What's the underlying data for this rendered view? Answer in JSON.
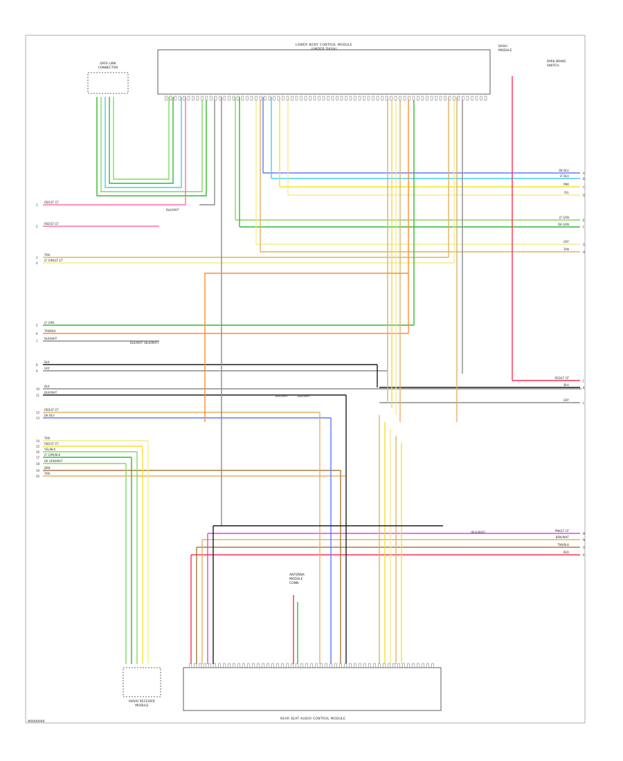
{
  "components": {
    "top_module": {
      "line1": "LOWER BODY CONTROL MODULE",
      "line2": "(UNDER DASH)"
    },
    "top_left_module": {
      "line1": "DATA LINK",
      "line2": "CONNECTOR"
    },
    "top_right_module": {
      "line1": "DASH",
      "line2": "MODULE"
    },
    "top_right_switch": {
      "line1": "PARK BRAKE",
      "line2": "SWITCH"
    },
    "bottom_module": {
      "line1": "REAR SEAT AUDIO CONTROL MODULE"
    },
    "bottom_left_module": {
      "line1": "RADIO RECEIVER",
      "line2": "MODULE"
    },
    "bottom_mid_note": {
      "line1": "ANTENNA",
      "line2": "MODULE",
      "line3": "CONN"
    }
  },
  "footer": {
    "code": "W0000000"
  },
  "colors": {
    "green": "#2fb82f",
    "lightgreen": "#7fdc5a",
    "cyan": "#3fd0e8",
    "pink": "#ff6fa0",
    "red": "#ff2a4a",
    "yellow": "#f2e22a",
    "lightyellow": "#f4ec8a",
    "orange": "#ff8a2a",
    "tan": "#e2b060",
    "brown": "#a87838",
    "blue": "#5a78ff",
    "violet": "#c070e0",
    "magenta": "#e040e0",
    "black": "#1a1a1a",
    "gray": "#8a8a8a"
  },
  "left_labels": [
    {
      "text": "RED/LT GT",
      "num": "1"
    },
    {
      "text": "RED/LT GT",
      "num": "2"
    },
    {
      "text": "TAN",
      "num": "3"
    },
    {
      "text": "LT GRN/LT GT",
      "num": "4"
    },
    {
      "text": "LT GRN",
      "num": "5"
    },
    {
      "text": "TAN/BLK",
      "num": "6"
    },
    {
      "text": "BLK/WHT",
      "num": "7"
    },
    {
      "text": "BLK",
      "num": "8"
    },
    {
      "text": "GRY",
      "num": "9"
    },
    {
      "text": "BLK",
      "num": "10"
    },
    {
      "text": "BLK/WHT",
      "num": "11"
    },
    {
      "text": "RED/LT GT",
      "num": "12"
    },
    {
      "text": "DK BLU",
      "num": "13"
    },
    {
      "text": "TAN",
      "num": "14"
    },
    {
      "text": "RED/LT GT",
      "num": "15"
    },
    {
      "text": "YEL/BLK",
      "num": "16"
    },
    {
      "text": "LT GRN/BLK",
      "num": "17"
    },
    {
      "text": "DK GRN/WHT",
      "num": "18"
    },
    {
      "text": "BRN",
      "num": "19"
    },
    {
      "text": "TAN",
      "num": "20"
    }
  ],
  "right_labels": [
    {
      "text": "DK BLU",
      "num": "A"
    },
    {
      "text": "LT BLU",
      "num": "B"
    },
    {
      "text": "PNK",
      "num": "C"
    },
    {
      "text": "YEL",
      "num": "D"
    },
    {
      "text": "LT GRN",
      "num": "E"
    },
    {
      "text": "DK GRN",
      "num": "F"
    },
    {
      "text": "GRY",
      "num": "G"
    },
    {
      "text": "TAN",
      "num": "H"
    },
    {
      "text": "RED/LT GT",
      "num": "J"
    },
    {
      "text": "BLK",
      "num": "K"
    },
    {
      "text": "GRY",
      "num": "L"
    },
    {
      "text": "PNK/LT GT",
      "num": "M"
    },
    {
      "text": "BRN/WHT",
      "num": "N"
    },
    {
      "text": "TAN/BLK",
      "num": "O"
    },
    {
      "text": "RED",
      "num": "P"
    }
  ],
  "splice_labels": [
    {
      "text": "BLK/WHT"
    },
    {
      "text": "BLK/WHT"
    },
    {
      "text": "BLK/WHT"
    },
    {
      "text": "BLK/WHT"
    }
  ],
  "ground_labels": [
    {
      "text": "(BLK/WHT)"
    },
    {
      "text": "(BLK/WHT)"
    }
  ]
}
